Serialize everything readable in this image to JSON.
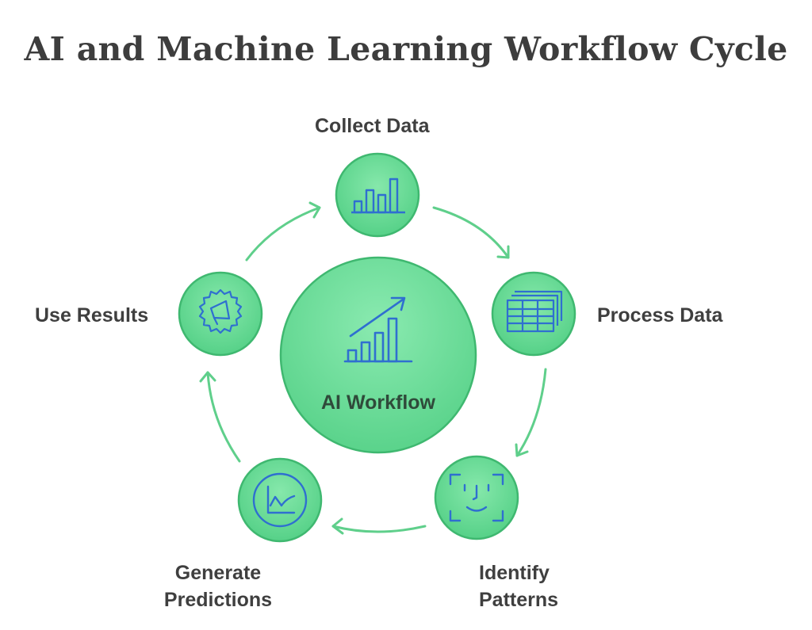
{
  "title": "AI and Machine Learning Workflow Cycle",
  "center": {
    "label": "AI Workflow",
    "icon": "growth-chart-icon"
  },
  "steps": [
    {
      "label": "Collect Data",
      "icon": "bar-chart-icon"
    },
    {
      "label": "Process Data",
      "icon": "spreadsheet-stack-icon"
    },
    {
      "label_line1": "Identify",
      "label_line2": "Patterns",
      "icon": "face-scan-icon"
    },
    {
      "label_line1": "Generate",
      "label_line2": "Predictions",
      "icon": "line-chart-icon"
    },
    {
      "label": "Use Results",
      "icon": "megaphone-gear-icon"
    }
  ],
  "colors": {
    "circle_fill": "#5dd68d",
    "circle_stroke": "#3fb870",
    "arrow": "#5fcf8b",
    "icon": "#2f6fd0",
    "title": "#3d3d3d",
    "label": "#3f3f3f"
  }
}
